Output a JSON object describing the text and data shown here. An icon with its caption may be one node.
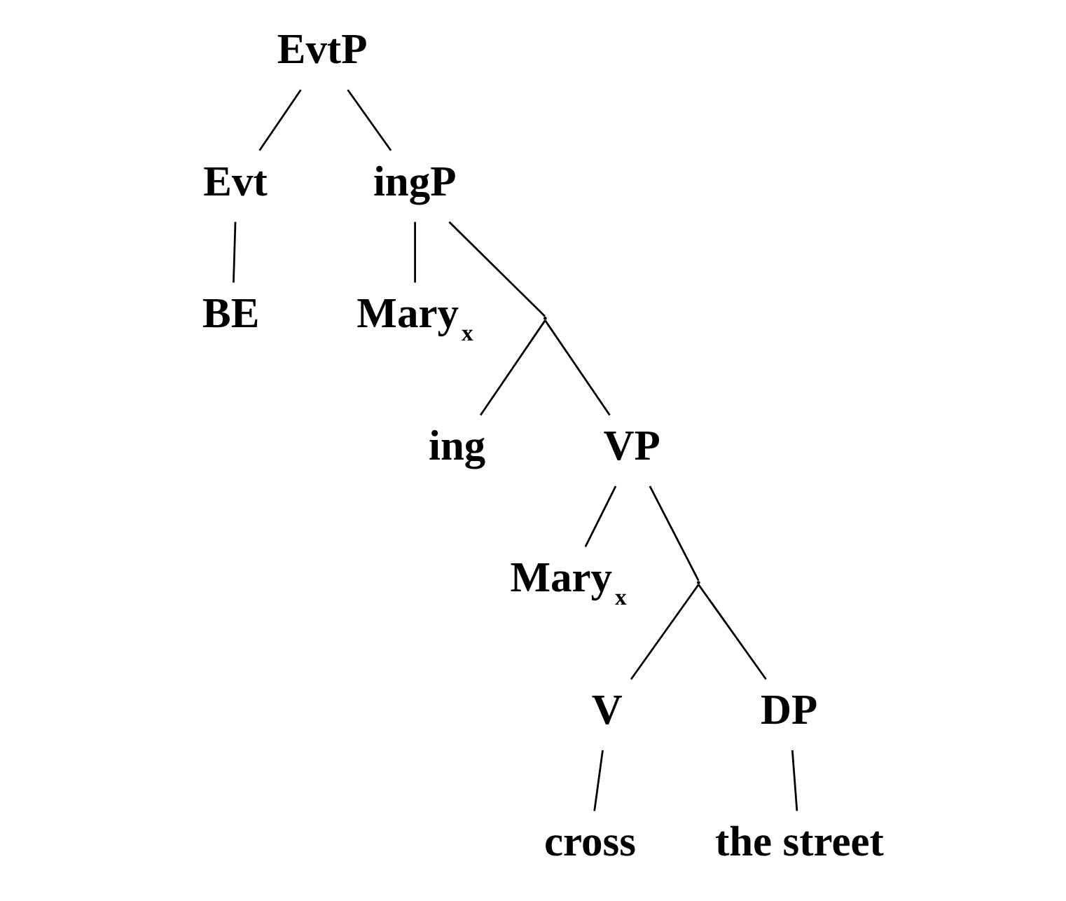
{
  "diagram": {
    "nodes": [
      {
        "text": [
          "EvtP"
        ]
      },
      {
        "text": [
          "Evt"
        ]
      },
      {
        "text": [
          "ingP"
        ]
      },
      {
        "text": [
          "BE"
        ]
      },
      {
        "text": [
          "Mary$_{x}$"
        ]
      },
      {
        "text": [],
        "shape": "point"
      },
      {
        "text": [
          "ing"
        ]
      },
      {
        "text": [
          "VP"
        ]
      },
      {
        "text": [
          "Mary$_{x}$"
        ]
      },
      {
        "text": [],
        "shape": "point"
      },
      {
        "text": [
          "V"
        ]
      },
      {
        "text": [
          "DP"
        ]
      },
      {
        "text": [
          "cross"
        ]
      },
      {
        "text": [
          "the street"
        ]
      }
    ],
    "edges": [
      {
        "from": 0,
        "to": 1,
        "arrow": "none"
      },
      {
        "from": 0,
        "to": 2,
        "arrow": "none"
      },
      {
        "from": 1,
        "to": 3,
        "arrow": "none"
      },
      {
        "from": 2,
        "to": 4,
        "arrow": "none"
      },
      {
        "from": 2,
        "to": 5,
        "arrow": "none"
      },
      {
        "from": 5,
        "to": 6,
        "arrow": "none"
      },
      {
        "from": 5,
        "to": 7,
        "arrow": "none"
      },
      {
        "from": 7,
        "to": 8,
        "arrow": "none"
      },
      {
        "from": 7,
        "to": 9,
        "arrow": "none"
      },
      {
        "from": 9,
        "to": 10,
        "arrow": "none"
      },
      {
        "from": 9,
        "to": 11,
        "arrow": "none"
      },
      {
        "from": 10,
        "to": 12,
        "arrow": "none"
      },
      {
        "from": 11,
        "to": 13,
        "arrow": "none"
      }
    ]
  }
}
